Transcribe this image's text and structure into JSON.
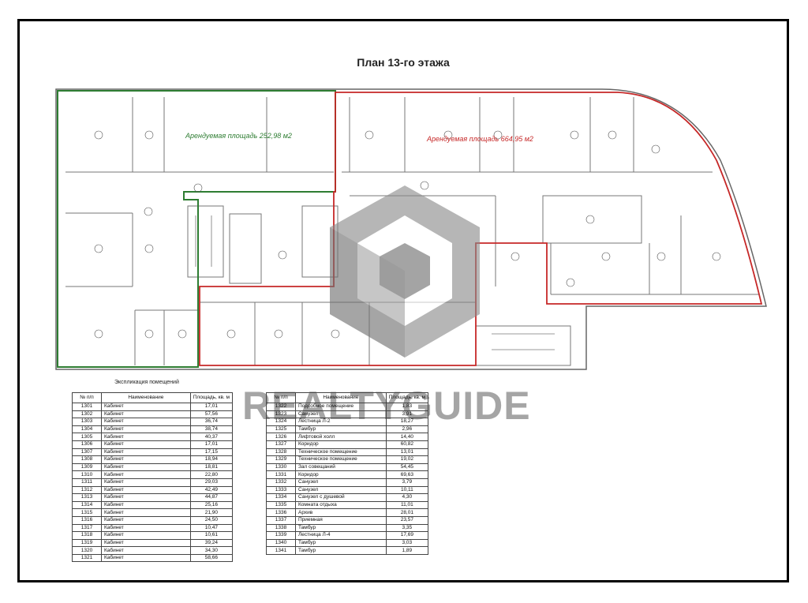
{
  "page_title": "План 13-го этажа",
  "leased_left": "Арендуемая площадь 252,98 м2",
  "leased_right": "Арендуемая площадь 664,95 м2",
  "legend_title": "Экспликация помещений",
  "watermark": "REALTYGUIDE",
  "colors": {
    "left_zone": "#2e7d32",
    "right_zone": "#c62828",
    "walls": "#555555",
    "logo": "#8a8a8a"
  },
  "table_headers": {
    "no": "№ п/п",
    "name": "Наименование",
    "area": "Площадь, кв. м"
  },
  "rooms_left": [
    {
      "no": "1301",
      "name": "Кабинет",
      "area": "17,01"
    },
    {
      "no": "1302",
      "name": "Кабинет",
      "area": "57,56"
    },
    {
      "no": "1303",
      "name": "Кабинет",
      "area": "36,74"
    },
    {
      "no": "1304",
      "name": "Кабинет",
      "area": "38,74"
    },
    {
      "no": "1305",
      "name": "Кабинет",
      "area": "40,37"
    },
    {
      "no": "1306",
      "name": "Кабинет",
      "area": "17,01"
    },
    {
      "no": "1307",
      "name": "Кабинет",
      "area": "17,15"
    },
    {
      "no": "1308",
      "name": "Кабинет",
      "area": "18,94"
    },
    {
      "no": "1309",
      "name": "Кабинет",
      "area": "18,81"
    },
    {
      "no": "1310",
      "name": "Кабинет",
      "area": "22,80"
    },
    {
      "no": "1311",
      "name": "Кабинет",
      "area": "29,03"
    },
    {
      "no": "1312",
      "name": "Кабинет",
      "area": "42,49"
    },
    {
      "no": "1313",
      "name": "Кабинет",
      "area": "44,87"
    },
    {
      "no": "1314",
      "name": "Кабинет",
      "area": "25,16"
    },
    {
      "no": "1315",
      "name": "Кабинет",
      "area": "21,90"
    },
    {
      "no": "1316",
      "name": "Кабинет",
      "area": "24,50"
    },
    {
      "no": "1317",
      "name": "Кабинет",
      "area": "10,47"
    },
    {
      "no": "1318",
      "name": "Кабинет",
      "area": "10,61"
    },
    {
      "no": "1319",
      "name": "Кабинет",
      "area": "39,24"
    },
    {
      "no": "1320",
      "name": "Кабинет",
      "area": "34,30"
    },
    {
      "no": "1321",
      "name": "Кабинет",
      "area": "58,66"
    }
  ],
  "rooms_right": [
    {
      "no": "1322",
      "name": "Подсобное помещение",
      "area": "1,83"
    },
    {
      "no": "1323",
      "name": "Санузел",
      "area": "3,91"
    },
    {
      "no": "1324",
      "name": "Лестница Л-2",
      "area": "18,27"
    },
    {
      "no": "1325",
      "name": "Тамбур",
      "area": "2,96"
    },
    {
      "no": "1326",
      "name": "Лифтовой холл",
      "area": "14,40"
    },
    {
      "no": "1327",
      "name": "Коридор",
      "area": "60,82"
    },
    {
      "no": "1328",
      "name": "Техническое помещение",
      "area": "13,01"
    },
    {
      "no": "1329",
      "name": "Техническое помещение",
      "area": "19,02"
    },
    {
      "no": "1330",
      "name": "Зал совещаний",
      "area": "54,45"
    },
    {
      "no": "1331",
      "name": "Коридор",
      "area": "69,63"
    },
    {
      "no": "1332",
      "name": "Санузел",
      "area": "3,79"
    },
    {
      "no": "1333",
      "name": "Санузел",
      "area": "10,11"
    },
    {
      "no": "1334",
      "name": "Санузел с душевой",
      "area": "4,30"
    },
    {
      "no": "1335",
      "name": "Комната отдыха",
      "area": "11,01"
    },
    {
      "no": "1336",
      "name": "Архив",
      "area": "28,01"
    },
    {
      "no": "1337",
      "name": "Приемная",
      "area": "23,57"
    },
    {
      "no": "1338",
      "name": "Тамбур",
      "area": "3,35"
    },
    {
      "no": "1339",
      "name": "Лестница Л-4",
      "area": "17,69"
    },
    {
      "no": "1340",
      "name": "Тамбур",
      "area": "3,03"
    },
    {
      "no": "1341",
      "name": "Тамбур",
      "area": "1,89"
    }
  ]
}
